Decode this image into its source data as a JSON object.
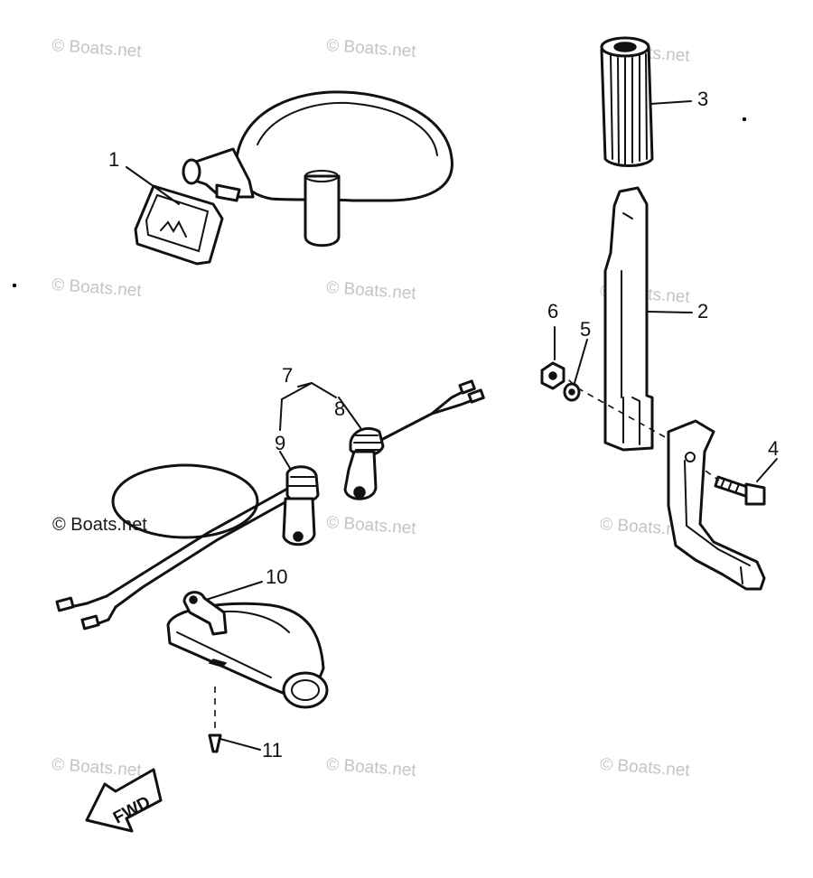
{
  "watermarks": {
    "text": "© Boats.net",
    "footer_text": "© Boats.net"
  },
  "callouts": {
    "n1": "1",
    "n2": "2",
    "n3": "3",
    "n4": "4",
    "n5": "5",
    "n6": "6",
    "n7": "7",
    "n8": "8",
    "n9": "9",
    "n10": "10",
    "n11": "11"
  },
  "direction": {
    "label": "FWD"
  }
}
